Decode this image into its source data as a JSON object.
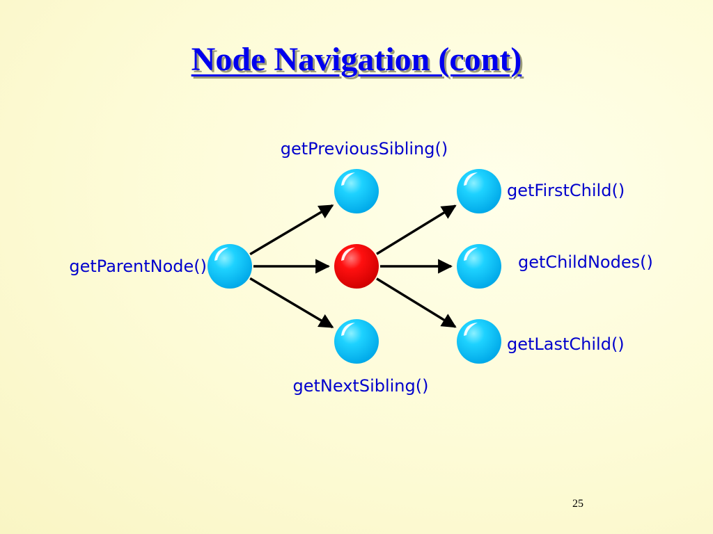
{
  "slide": {
    "title": "Node Navigation (cont)",
    "page_number": "25"
  },
  "colors": {
    "title": "#0000ee",
    "label": "#0000cc",
    "node": "#00bfff",
    "current_node": "#ff0000",
    "arrow": "#000000",
    "background": "#fdfbd6"
  },
  "diagram": {
    "nodes": {
      "parent": {
        "label": "getParentNode()",
        "icon": "node-sphere-icon"
      },
      "current": {
        "label": "",
        "icon": "current-node-sphere-icon"
      },
      "previous_sibling": {
        "label": "getPreviousSibling()",
        "icon": "node-sphere-icon"
      },
      "next_sibling": {
        "label": "getNextSibling()",
        "icon": "node-sphere-icon"
      },
      "first_child": {
        "label": "getFirstChild()",
        "icon": "node-sphere-icon"
      },
      "child_nodes": {
        "label": "getChildNodes()",
        "icon": "node-sphere-icon"
      },
      "last_child": {
        "label": "getLastChild()",
        "icon": "node-sphere-icon"
      }
    },
    "edges": [
      {
        "from": "parent",
        "to": "previous_sibling"
      },
      {
        "from": "parent",
        "to": "current"
      },
      {
        "from": "parent",
        "to": "next_sibling"
      },
      {
        "from": "current",
        "to": "first_child"
      },
      {
        "from": "current",
        "to": "child_nodes"
      },
      {
        "from": "current",
        "to": "last_child"
      }
    ]
  }
}
